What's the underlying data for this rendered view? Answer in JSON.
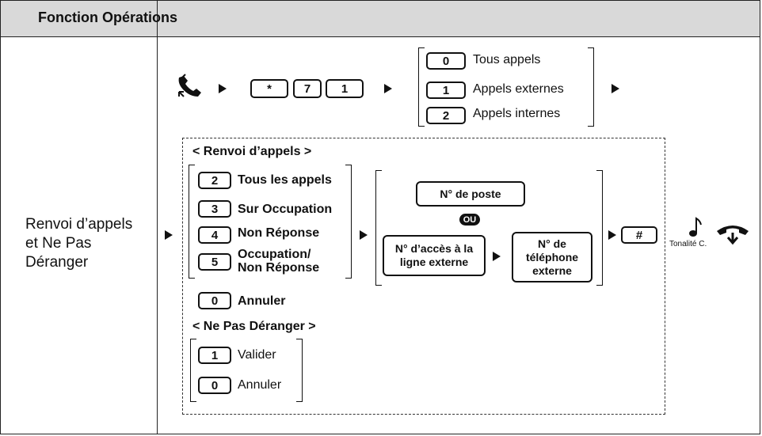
{
  "header": {
    "title": "Fonction Opérations"
  },
  "row": {
    "function_label": "Renvoi d’appels et Ne Pas Déranger",
    "line1": "Renvoi d’appels",
    "line2": "et Ne Pas",
    "line3": "Déranger"
  },
  "top_sequence": {
    "keys": [
      "*",
      "7",
      "1"
    ],
    "options": [
      {
        "key": "0",
        "label": "Tous appels"
      },
      {
        "key": "1",
        "label": "Appels externes"
      },
      {
        "key": "2",
        "label": "Appels internes"
      }
    ]
  },
  "forward": {
    "title": "< Renvoi d’appels >",
    "options": [
      {
        "key": "2",
        "label": "Tous les appels"
      },
      {
        "key": "3",
        "label": "Sur Occupation"
      },
      {
        "key": "4",
        "label": "Non Réponse"
      },
      {
        "key": "5",
        "label_line1": "Occupation/",
        "label_line2": "Non Réponse"
      }
    ],
    "cancel": {
      "key": "0",
      "label": "Annuler"
    },
    "destination": {
      "extension": "N° de poste",
      "or": "OU",
      "line_access": "N° d’accès à la ligne externe",
      "line_access_1": "N° d’accès à la",
      "line_access_2": "ligne externe",
      "ext_phone_1": "N° de",
      "ext_phone_2": "téléphone",
      "ext_phone_3": "externe"
    },
    "confirm_key": "#",
    "tone": "Tonalité C."
  },
  "dnd": {
    "title": "< Ne Pas Déranger >",
    "options": [
      {
        "key": "1",
        "label": "Valider"
      },
      {
        "key": "0",
        "label": "Annuler"
      }
    ]
  },
  "icons": [
    "handset-offhook-icon",
    "music-note-icon",
    "handset-onhook-icon",
    "arrow-right-icon"
  ]
}
